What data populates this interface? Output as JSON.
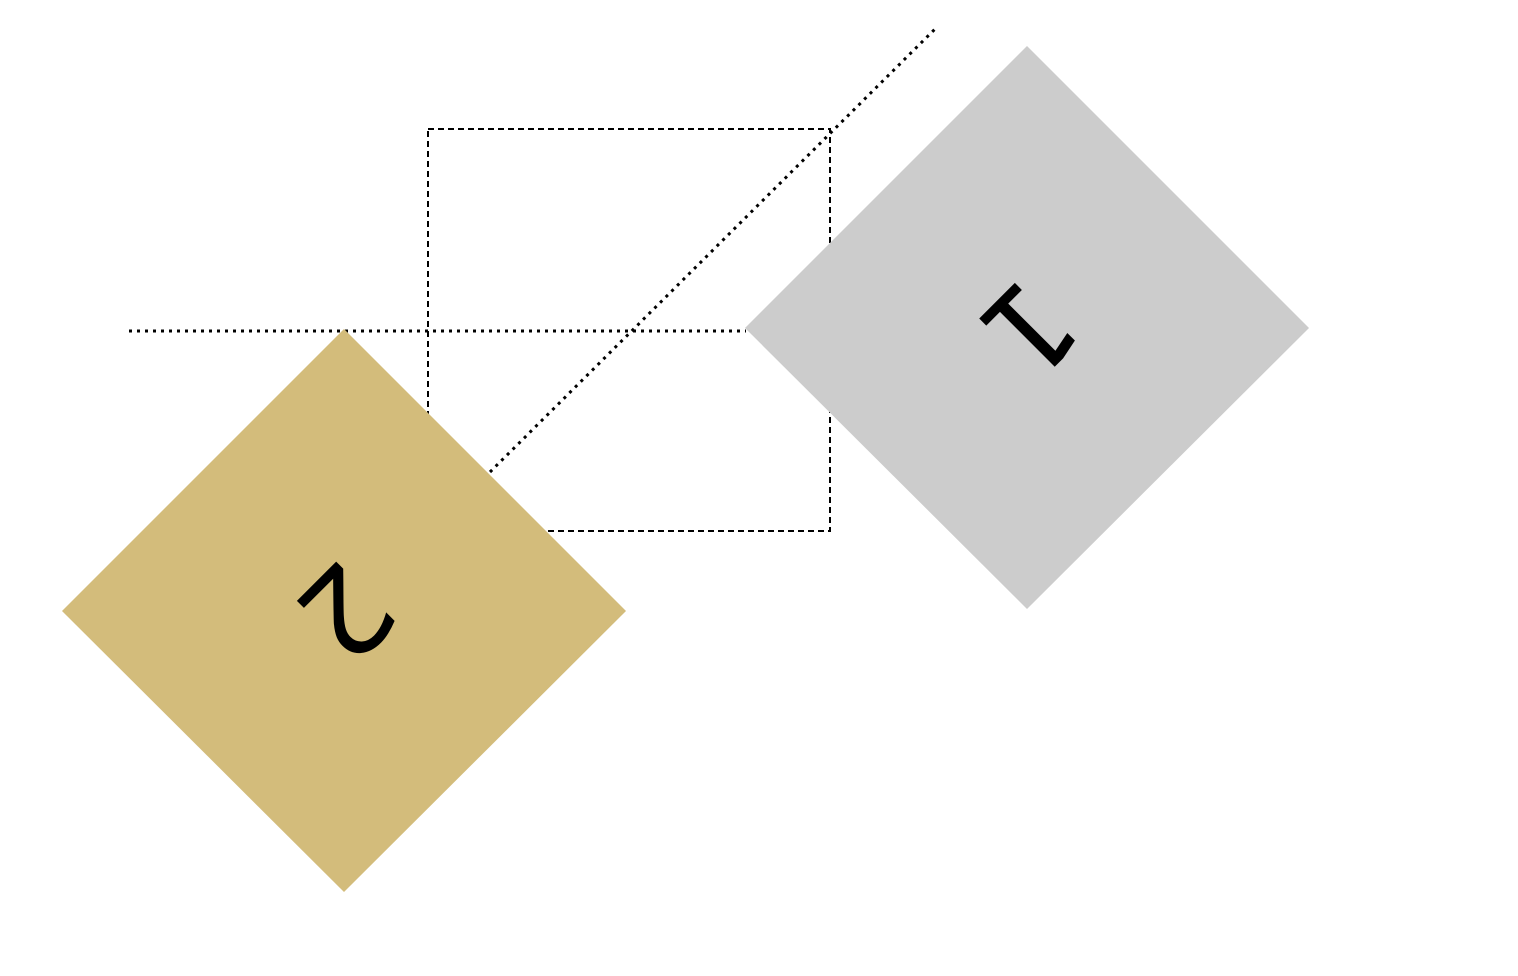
{
  "colors": {
    "background": "#ffffff",
    "tile_1": "#cccccc",
    "tile_2": "#d3bc7b",
    "guides": "#000000"
  },
  "tiles": [
    {
      "id": "1",
      "label": "1",
      "rotation_deg": 135,
      "color_key": "tile_1"
    },
    {
      "id": "2",
      "label": "2",
      "rotation_deg": 135,
      "color_key": "tile_2"
    }
  ],
  "guides": {
    "dashed_box": "dashed",
    "horizontal_line": "dotted",
    "diagonal_line": "dotted"
  }
}
